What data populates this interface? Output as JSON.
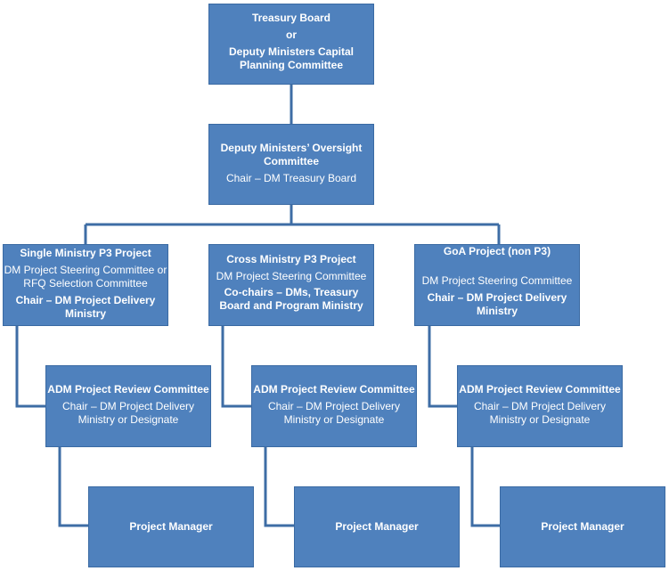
{
  "boxes": {
    "treasury": {
      "title": "Treasury Board",
      "or": "or",
      "committee": "Deputy Ministers Capital Planning Committee"
    },
    "oversight": {
      "title": "Deputy Ministers’ Oversight Committee",
      "chair": "Chair – DM Treasury Board"
    },
    "single": {
      "title": "Single Ministry P3 Project",
      "committee": "DM Project Steering Committee or RFQ Selection Committee",
      "chair": "Chair – DM Project Delivery Ministry"
    },
    "cross": {
      "title": "Cross Ministry P3 Project",
      "committee": "DM Project Steering Committee",
      "chair": "Co-chairs – DMs, Treasury Board and Program Ministry"
    },
    "goa": {
      "title": "GoA Project (non P3)",
      "committee": "DM Project Steering Committee",
      "chair": "Chair – DM Project Delivery Ministry"
    },
    "adm_review": {
      "title": "ADM Project Review Committee",
      "chair": "Chair – DM Project Delivery Ministry or Designate"
    },
    "project_manager": {
      "title": "Project Manager"
    }
  },
  "colors": {
    "box_fill": "#4f81bd",
    "box_border": "#3a6aa3",
    "connector": "#3e6da5",
    "text": "#ffffff"
  }
}
